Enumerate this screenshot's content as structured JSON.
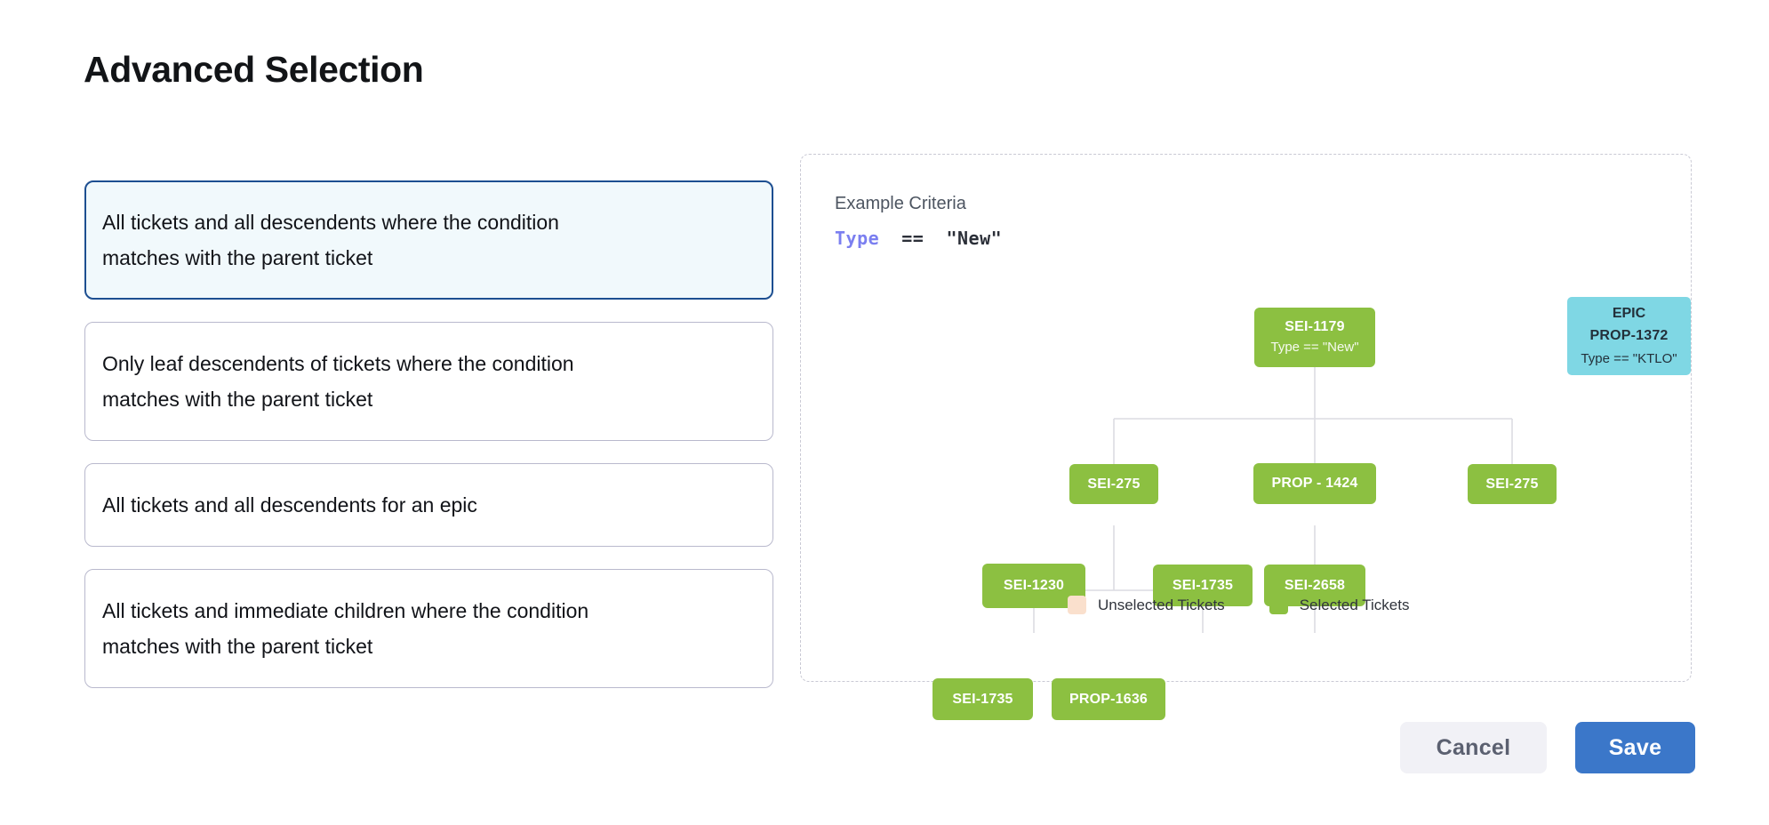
{
  "page": {
    "title": "Advanced Selection"
  },
  "options": [
    {
      "label": "All tickets and all descendents where the condition\nmatches with the parent ticket",
      "selected": true
    },
    {
      "label": "Only leaf descendents of tickets where the condition\nmatches with the parent ticket",
      "selected": false
    },
    {
      "label": "All tickets and all descendents for an epic",
      "selected": false
    },
    {
      "label": "All tickets and immediate children where the condition\nmatches with the parent ticket",
      "selected": false
    }
  ],
  "diagram": {
    "criteria_title": "Example Criteria",
    "criteria": {
      "field": "Type",
      "operator": "==",
      "value": "\"New\""
    },
    "nodes": [
      {
        "id": "SEI-1179",
        "sub": "Type == \"New\"",
        "kind": "",
        "type": "selected"
      },
      {
        "id": "PROP-1372",
        "sub": "Type == \"KTLO\"",
        "kind": "EPIC",
        "type": "epic"
      },
      {
        "id": "SEI-275",
        "sub": "",
        "kind": "",
        "type": "selected"
      },
      {
        "id": "PROP - 1424",
        "sub": "",
        "kind": "",
        "type": "selected"
      },
      {
        "id": "SEI-275",
        "sub": "",
        "kind": "",
        "type": "selected"
      },
      {
        "id": "SEI-1230",
        "sub": "",
        "kind": "",
        "type": "selected"
      },
      {
        "id": "SEI-1735",
        "sub": "",
        "kind": "",
        "type": "selected"
      },
      {
        "id": "SEI-2658",
        "sub": "",
        "kind": "",
        "type": "selected"
      },
      {
        "id": "SEI-1735",
        "sub": "",
        "kind": "",
        "type": "selected"
      },
      {
        "id": "PROP-1636",
        "sub": "",
        "kind": "",
        "type": "selected"
      }
    ],
    "legend": [
      {
        "label": "Unselected Tickets",
        "color": "#fae0cd"
      },
      {
        "label": "Selected Tickets",
        "color": "#8cc041"
      }
    ]
  },
  "footer": {
    "cancel_label": "Cancel",
    "save_label": "Save"
  },
  "colors": {
    "selected_node": "#8cc041",
    "epic_node": "#7fd7e4",
    "unselected_swatch": "#fae0cd",
    "primary_button": "#3b77c9",
    "selected_card_border": "#1d4f91",
    "selected_card_bg": "#f1f9fc",
    "criteria_field": "#7b7ff0"
  }
}
